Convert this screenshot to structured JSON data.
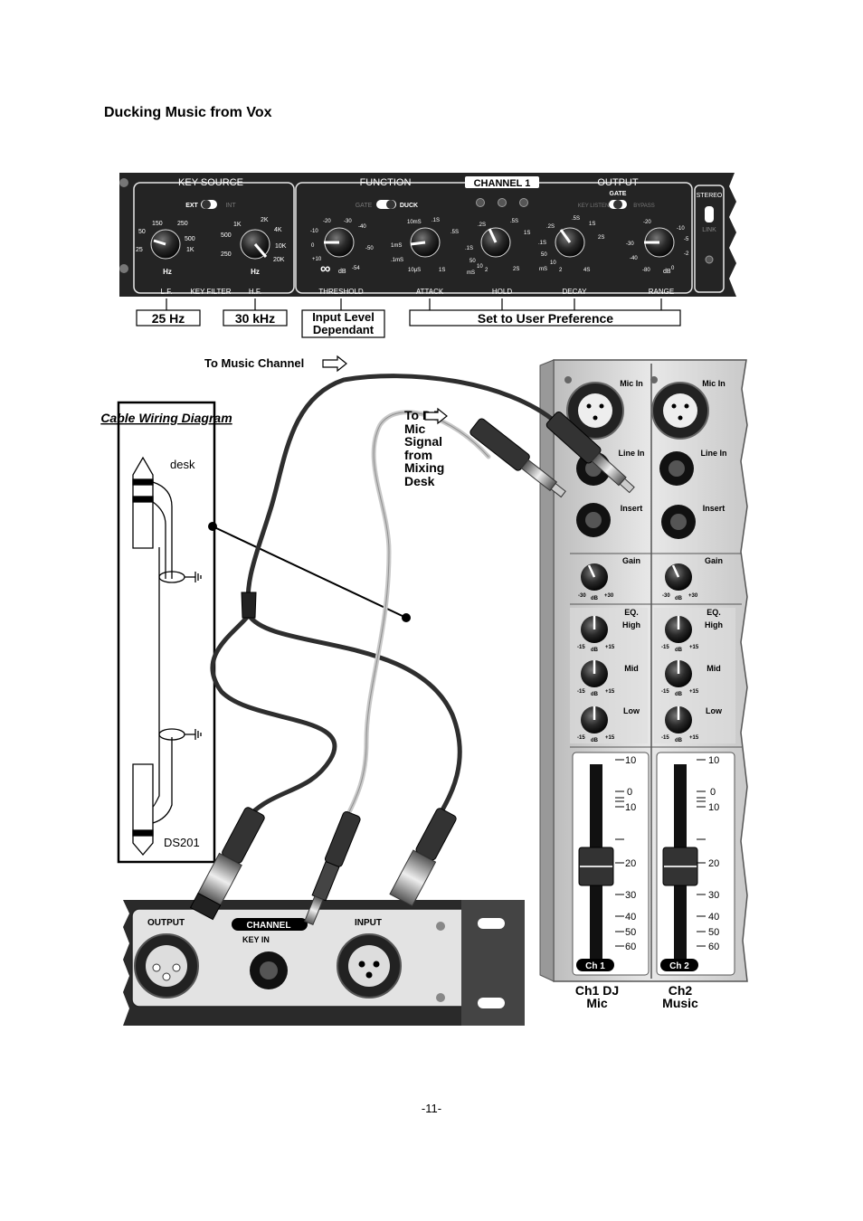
{
  "page": {
    "title": "Ducking Music from Vox",
    "page_number": "-11-"
  },
  "panel": {
    "sections": {
      "key_source": "KEY SOURCE",
      "function": "FUNCTION",
      "channel": "CHANNEL 1",
      "output": "OUTPUT"
    },
    "switches": {
      "ext": "EXT",
      "int": "INT",
      "gate_top": "GATE",
      "gate_off": "GATE",
      "duck": "DUCK",
      "key_listen": "KEY LISTEN",
      "bypass": "BYPASS",
      "stereo": "STEREO",
      "link": "LINK"
    },
    "bottom_labels": [
      "L.F.",
      "KEY FILTER",
      "H.F.",
      "THRESHOLD",
      "ATTACK",
      "HOLD",
      "DECAY",
      "RANGE"
    ],
    "knobs": {
      "lf": {
        "scale": [
          "150",
          "250",
          "50",
          "500",
          "25",
          "1K"
        ],
        "unit": "Hz"
      },
      "hf": {
        "scale": [
          "1K",
          "2K",
          "500",
          "4K",
          "250",
          "10K",
          "20K"
        ],
        "unit": "Hz"
      },
      "threshold": {
        "scale": [
          "-20",
          "-30",
          "-10",
          "-40",
          "0",
          "-50",
          "+10",
          "-54",
          "∞"
        ],
        "unit": "dB"
      },
      "attack": {
        "scale": [
          "10mS",
          ".1S",
          "1mS",
          ".5S",
          ".1mS",
          "10μS",
          "1S"
        ]
      },
      "hold": {
        "scale": [
          ".2S",
          ".5S",
          ".1S",
          "1S",
          "50",
          "10",
          "mS",
          "2",
          "2S"
        ]
      },
      "decay": {
        "scale": [
          ".2S",
          ".5S",
          "1S",
          ".1S",
          "2S",
          "50",
          "10",
          "mS",
          "2",
          "4S"
        ]
      },
      "range": {
        "scale": [
          "-20",
          "-10",
          "-30",
          "-5",
          "-40",
          "-2",
          "-80",
          "0"
        ],
        "unit": "dB"
      }
    }
  },
  "settings": {
    "lf": "25 Hz",
    "hf": "30 kHz",
    "threshold": "Input Level Dependant",
    "user": "Set to User Preference"
  },
  "cables": {
    "music_channel": "To Music Channel",
    "dj_mic": "To DJ Mic Signal from Mixing Desk"
  },
  "wiring": {
    "title": "Cable Wiring Diagram",
    "top": "desk",
    "bottom": "DS201"
  },
  "rear_panel": {
    "output": "OUTPUT",
    "channel": "CHANNEL",
    "key_in": "KEY IN",
    "input": "INPUT"
  },
  "mixer": {
    "labels": {
      "mic_in": "Mic In",
      "line_in": "Line In",
      "insert": "Insert",
      "gain": "Gain",
      "eq": "EQ.",
      "high": "High",
      "mid": "Mid",
      "low": "Low"
    },
    "gain_scale": [
      "-30",
      "+30",
      "dB"
    ],
    "eq_scale": [
      "-15",
      "+15",
      "dB"
    ],
    "fader_scale": [
      "10",
      "0",
      "10",
      "20",
      "30",
      "40",
      "50",
      "60"
    ],
    "channels": [
      "Ch 1",
      "Ch 2"
    ],
    "captions": [
      "Ch1 DJ Mic",
      "Ch2 Music"
    ]
  }
}
